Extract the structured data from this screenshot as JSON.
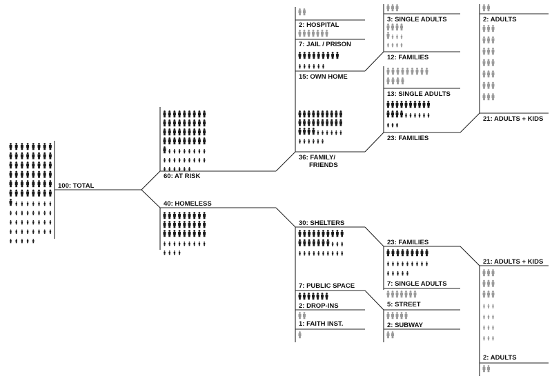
{
  "colors": {
    "adult": "#1a1a1a",
    "gray": "#9a9a9a",
    "line": "#222222"
  },
  "nodes": {
    "total": {
      "label": "100: TOTAL",
      "icons": [
        {
          "k": "A",
          "c": "dark",
          "n": 48
        },
        {
          "k": "A",
          "c": "dark",
          "n": 1
        },
        {
          "k": "K",
          "c": "dark",
          "n": 1
        },
        {
          "k": "K",
          "c": "dark",
          "n": 35
        }
      ]
    },
    "at_risk": {
      "label": "60: AT RISK",
      "icons": [
        {
          "k": "A",
          "c": "dark",
          "n": 37
        },
        {
          "k": "K",
          "c": "dark",
          "n": 23
        }
      ]
    },
    "homeless": {
      "label": "40: HOMELESS",
      "icons": [
        {
          "k": "A",
          "c": "dark",
          "n": 27
        },
        {
          "k": "K",
          "c": "dark",
          "n": 13
        }
      ]
    },
    "hospital": {
      "label": "2: HOSPITAL",
      "icons": [
        {
          "k": "A",
          "c": "gray",
          "n": 2
        }
      ]
    },
    "jail": {
      "label": "7: JAIL / PRISON",
      "icons": [
        {
          "k": "A",
          "c": "gray",
          "n": 7
        }
      ]
    },
    "own_home": {
      "label": "15: OWN HOME",
      "icons": [
        {
          "k": "A",
          "c": "dark",
          "n": 9
        },
        {
          "k": "K",
          "c": "dark",
          "n": 6
        }
      ]
    },
    "family_friends": {
      "label_line1": "36: FAMILY/",
      "label_line2": "FRIENDS",
      "icons": [
        {
          "k": "A",
          "c": "dark",
          "n": 24
        },
        {
          "k": "K",
          "c": "dark",
          "n": 12
        }
      ]
    },
    "ar_single_adults": {
      "label": "3: SINGLE ADULTS",
      "icons": [
        {
          "k": "A",
          "c": "gray",
          "n": 3
        }
      ]
    },
    "ar_families_12": {
      "label": "12: FAMILIES",
      "icons": [
        {
          "k": "A",
          "c": "gray",
          "n": 5
        },
        {
          "k": "K",
          "c": "gray",
          "n": 7
        }
      ]
    },
    "ar_single_adults_13": {
      "label": "13: SINGLE ADULTS",
      "icons": [
        {
          "k": "A",
          "c": "gray",
          "n": 13
        }
      ]
    },
    "ar_families_23": {
      "label": "23: FAMILIES",
      "icons": [
        {
          "k": "A",
          "c": "dark",
          "n": 14
        },
        {
          "k": "K",
          "c": "dark",
          "n": 9
        }
      ]
    },
    "ar_adults_2": {
      "label": "2: ADULTS",
      "icons": [
        {
          "k": "A",
          "c": "gray",
          "n": 2
        }
      ]
    },
    "ar_adults_kids_21": {
      "label": "21: ADULTS + KIDS",
      "icons": [
        {
          "k": "A",
          "c": "gray",
          "n": 21
        }
      ]
    },
    "shelters": {
      "label": "30: SHELTERS",
      "icons": [
        {
          "k": "A",
          "c": "dark",
          "n": 17
        },
        {
          "k": "K",
          "c": "dark",
          "n": 13
        }
      ]
    },
    "public_space": {
      "label": "7: PUBLIC SPACE",
      "icons": [
        {
          "k": "A",
          "c": "dark",
          "n": 7
        }
      ]
    },
    "drop_ins": {
      "label": "2: DROP-INS",
      "icons": [
        {
          "k": "A",
          "c": "gray",
          "n": 2
        }
      ]
    },
    "faith_inst": {
      "label": "1: FAITH INST.",
      "icons": [
        {
          "k": "A",
          "c": "gray",
          "n": 1
        }
      ]
    },
    "h_families_23": {
      "label": "23: FAMILIES",
      "icons": [
        {
          "k": "A",
          "c": "dark",
          "n": 9
        },
        {
          "k": "K",
          "c": "dark",
          "n": 14
        }
      ]
    },
    "h_single_adults_7": {
      "label": "7: SINGLE ADULTS",
      "icons": [
        {
          "k": "A",
          "c": "gray",
          "n": 7
        }
      ]
    },
    "street": {
      "label": "5: STREET",
      "icons": [
        {
          "k": "A",
          "c": "gray",
          "n": 5
        }
      ]
    },
    "subway": {
      "label": "2: SUBWAY",
      "icons": [
        {
          "k": "A",
          "c": "gray",
          "n": 2
        }
      ]
    },
    "h_adults_kids_21": {
      "label": "21: ADULTS + KIDS",
      "icons": [
        {
          "k": "A",
          "c": "gray",
          "n": 9
        },
        {
          "k": "K",
          "c": "gray",
          "n": 12
        }
      ]
    },
    "h_adults_2": {
      "label": "2: ADULTS",
      "icons": [
        {
          "k": "A",
          "c": "gray",
          "n": 2
        }
      ]
    }
  }
}
